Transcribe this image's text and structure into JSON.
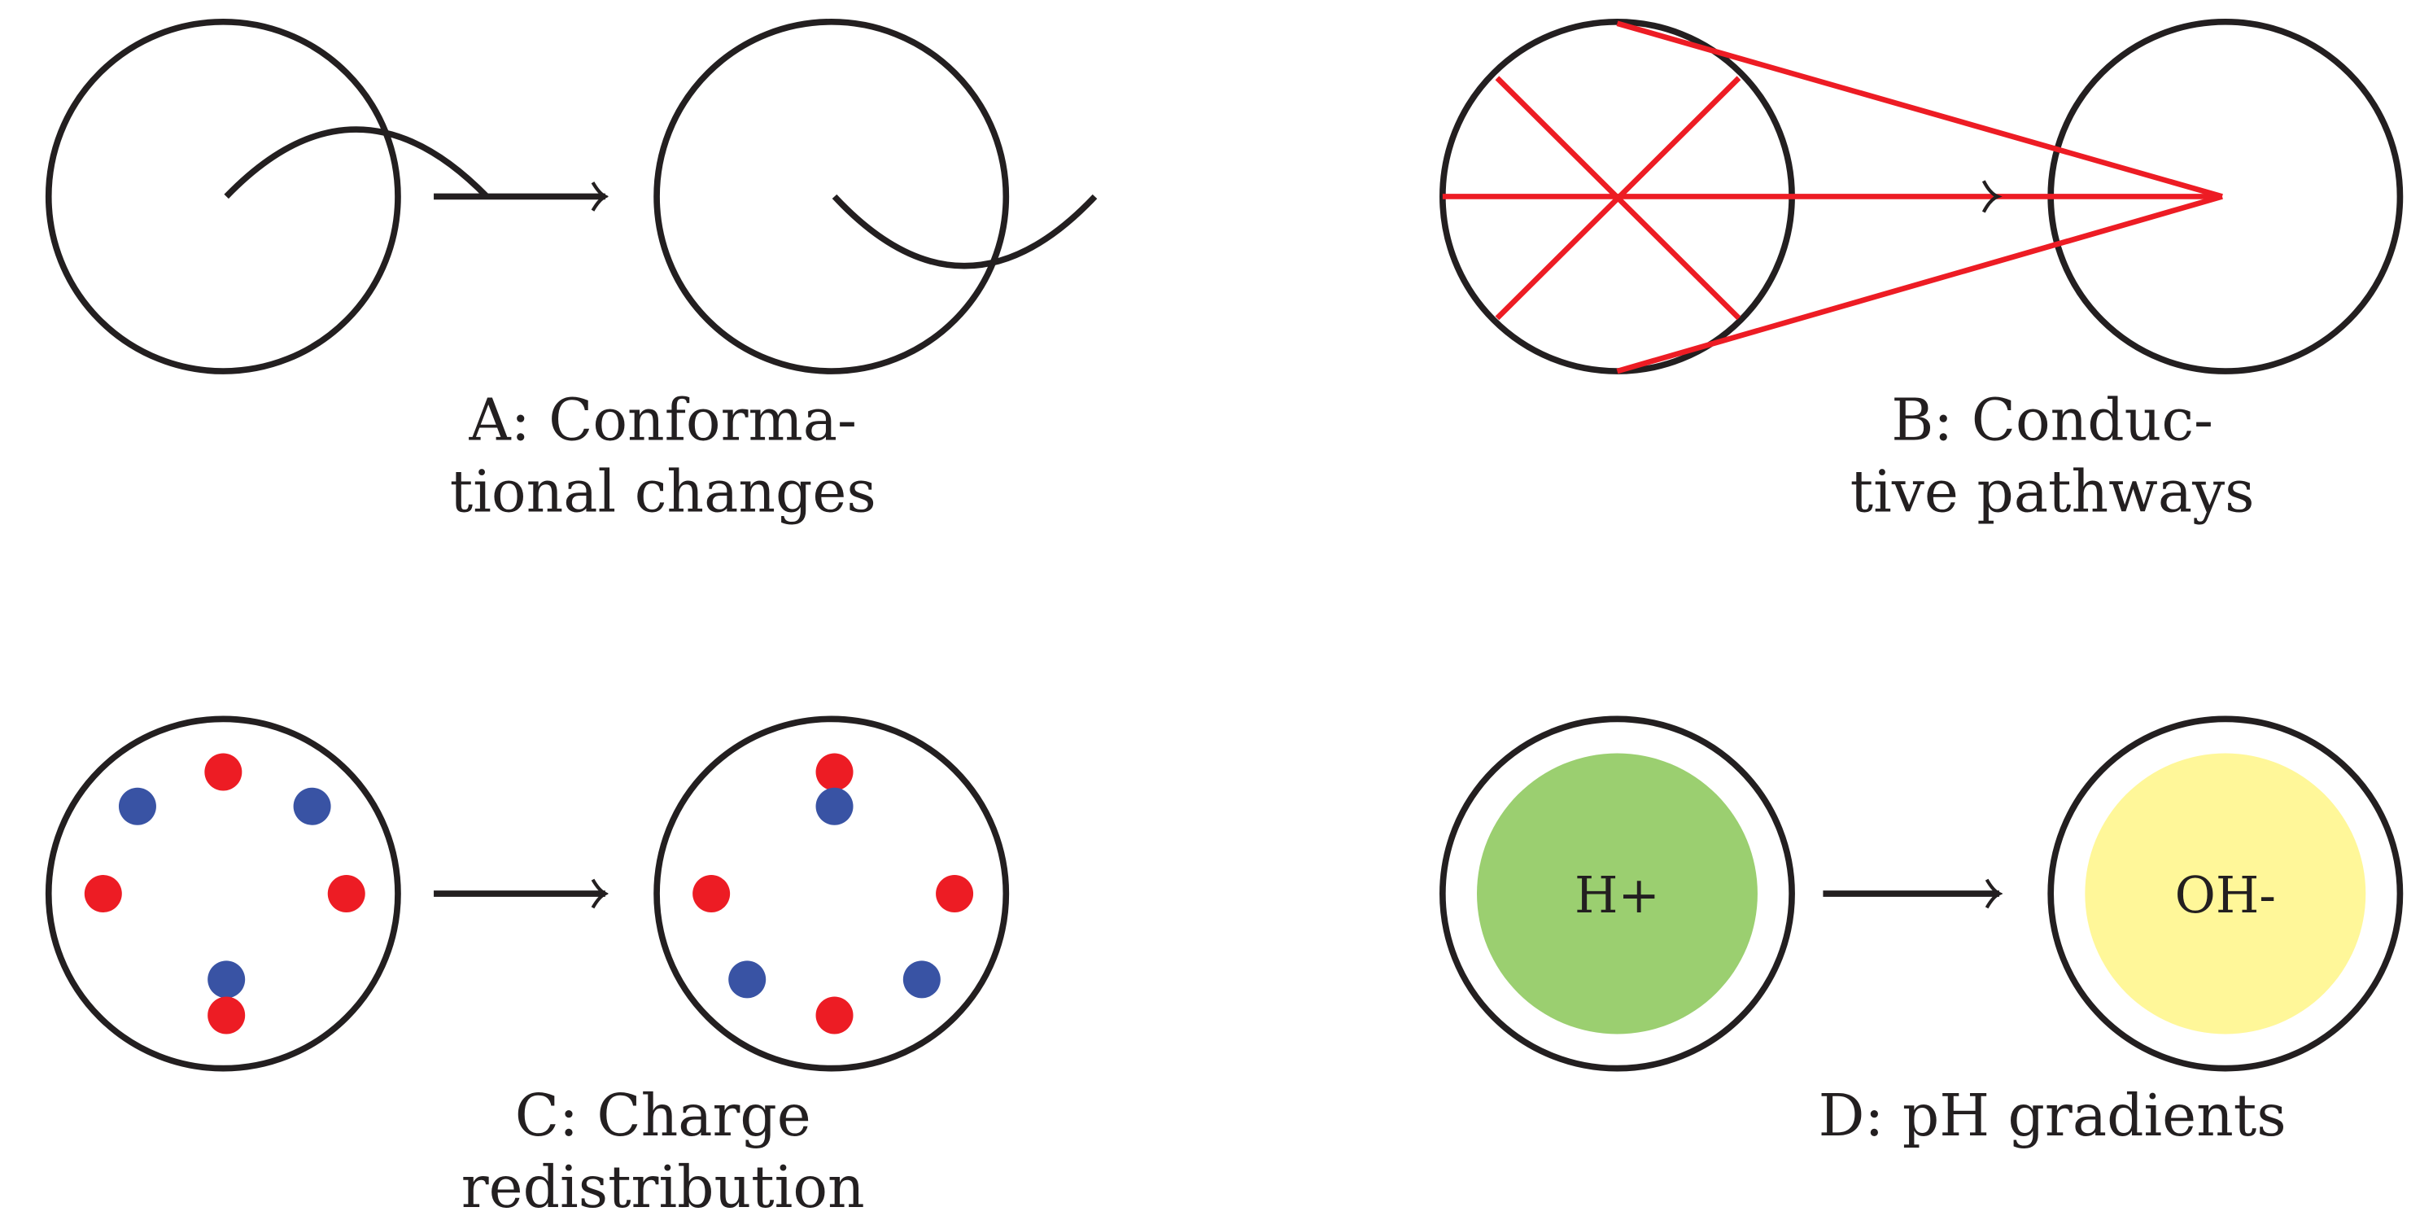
{
  "panels": {
    "a": {
      "label_line1": "A: Conforma-",
      "label_line2": "tional changes"
    },
    "b": {
      "label_line1": "B: Conduc-",
      "label_line2": "tive pathways"
    },
    "c": {
      "label_line1": "C: Charge",
      "label_line2": "redistribution"
    },
    "d": {
      "label_line1": "D: pH gradients",
      "left_ion": "H+",
      "right_ion": "OH-"
    }
  },
  "colors": {
    "outline": "#231f20",
    "red": "#ed1c24",
    "blue": "#3953a4",
    "acid_fill": "#9bcf70",
    "base_fill": "#fff799"
  }
}
